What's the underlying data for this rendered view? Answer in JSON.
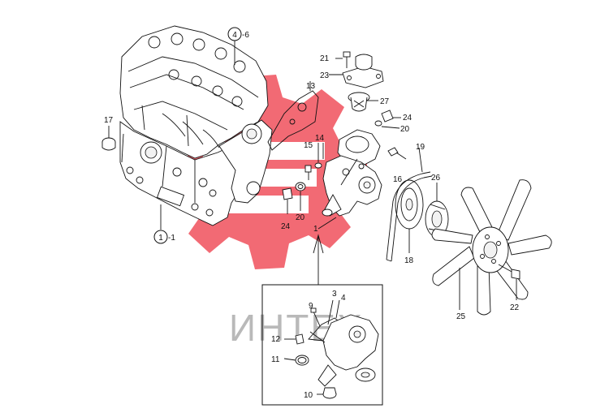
{
  "watermark": {
    "text": "ИНТЕХ",
    "logo_color": "#f0505c",
    "text_color": "#b9b9b9"
  },
  "callouts": {
    "c1": {
      "text": "1",
      "suffix": "-1"
    },
    "c4": {
      "text": "4",
      "suffix": "-6"
    }
  },
  "labels": {
    "l1": "1",
    "l3": "3",
    "l4": "4",
    "l9": "9",
    "l10": "10",
    "l11": "11",
    "l12": "12",
    "l13": "13",
    "l14": "14",
    "l15": "15",
    "l16": "16",
    "l17": "17",
    "l18": "18",
    "l19": "19",
    "l20a": "20",
    "l20b": "20",
    "l21": "21",
    "l22": "22",
    "l23": "23",
    "l24a": "24",
    "l24b": "24",
    "l25": "25",
    "l26": "26",
    "l27": "27"
  }
}
